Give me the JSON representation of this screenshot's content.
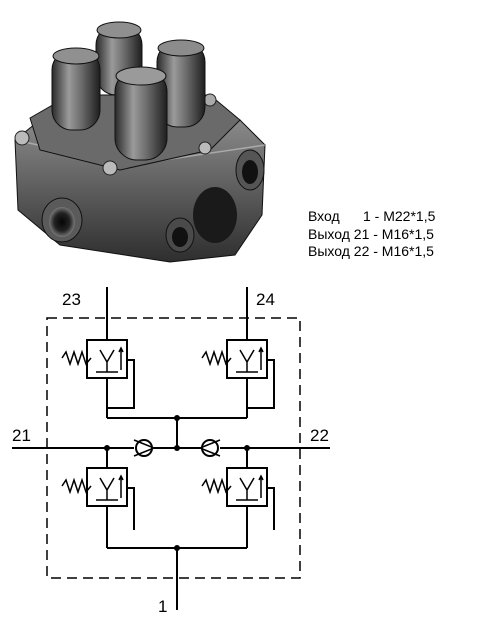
{
  "product_photo": {
    "subject": "four-circuit-protection-valve-photo"
  },
  "specs": [
    {
      "text": "Вход      1 - M22*1,5"
    },
    {
      "text": "Выход 21 - M16*1,5"
    },
    {
      "text": "Выход 22 - M16*1,5"
    }
  ],
  "schematic": {
    "ports": {
      "top_left": "23",
      "top_right": "24",
      "left": "21",
      "right": "22",
      "bottom": "1"
    }
  }
}
